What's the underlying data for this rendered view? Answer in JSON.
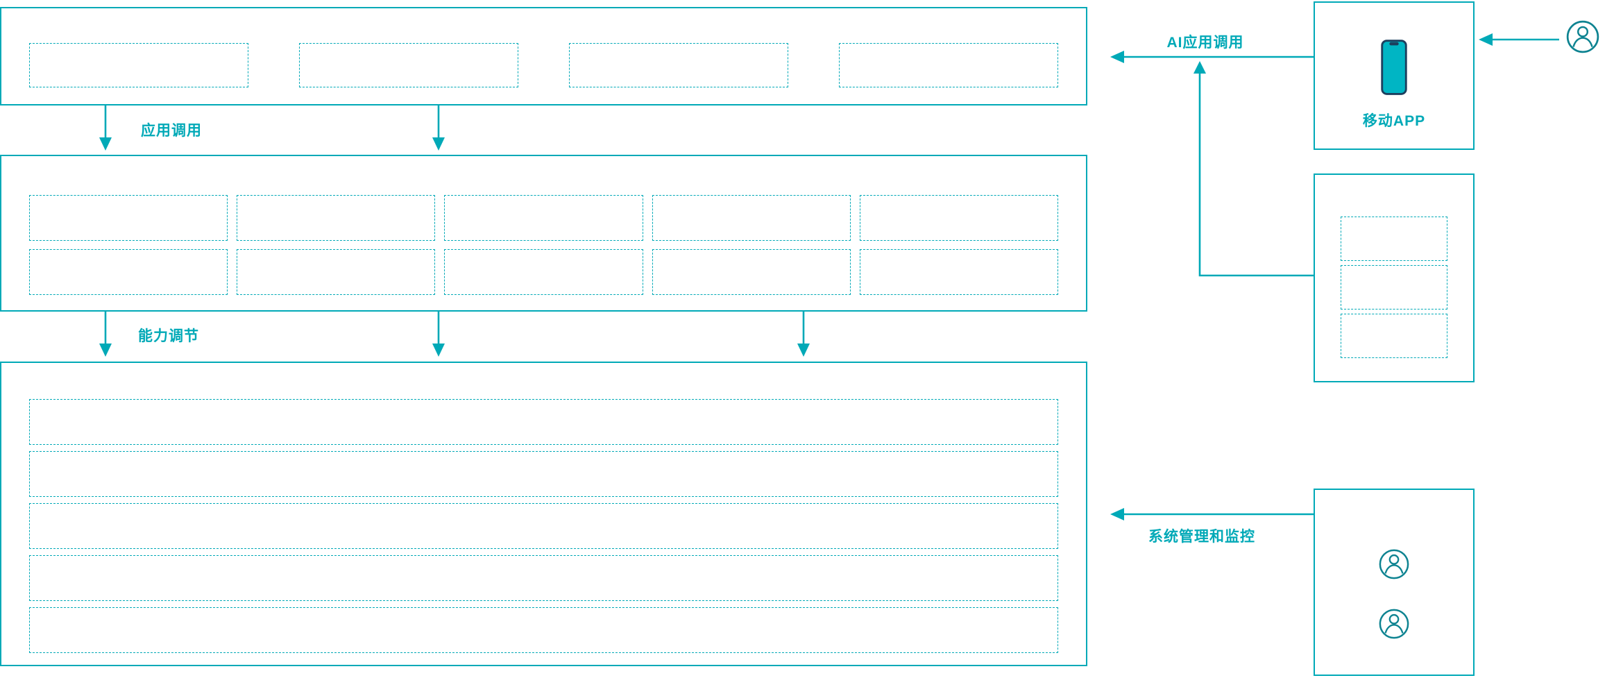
{
  "colors": {
    "accent": "#00a9b7",
    "icon": "#0e8391",
    "phone_fill": "#00b5c4",
    "phone_outline": "#1c3f5e",
    "background": "#ffffff"
  },
  "labels": {
    "app_call": "应用调用",
    "capability_tune": "能力调节",
    "ai_app_call": "AI应用调用",
    "mobile_app": "移动APP",
    "system_monitor": "系统管理和监控"
  },
  "layers": {
    "application": {
      "slot_count": 4
    },
    "capability": {
      "rows": 2,
      "columns": 5
    },
    "platform": {
      "rows": 5
    }
  },
  "right_panels": {
    "mobile": {
      "label": "移动APP",
      "icon": "smartphone-icon"
    },
    "service_stack": {
      "slot_count": 3
    },
    "operators": {
      "icon": "user-icon",
      "count": 2
    }
  },
  "actors": {
    "end_user_icon": "user-icon"
  }
}
